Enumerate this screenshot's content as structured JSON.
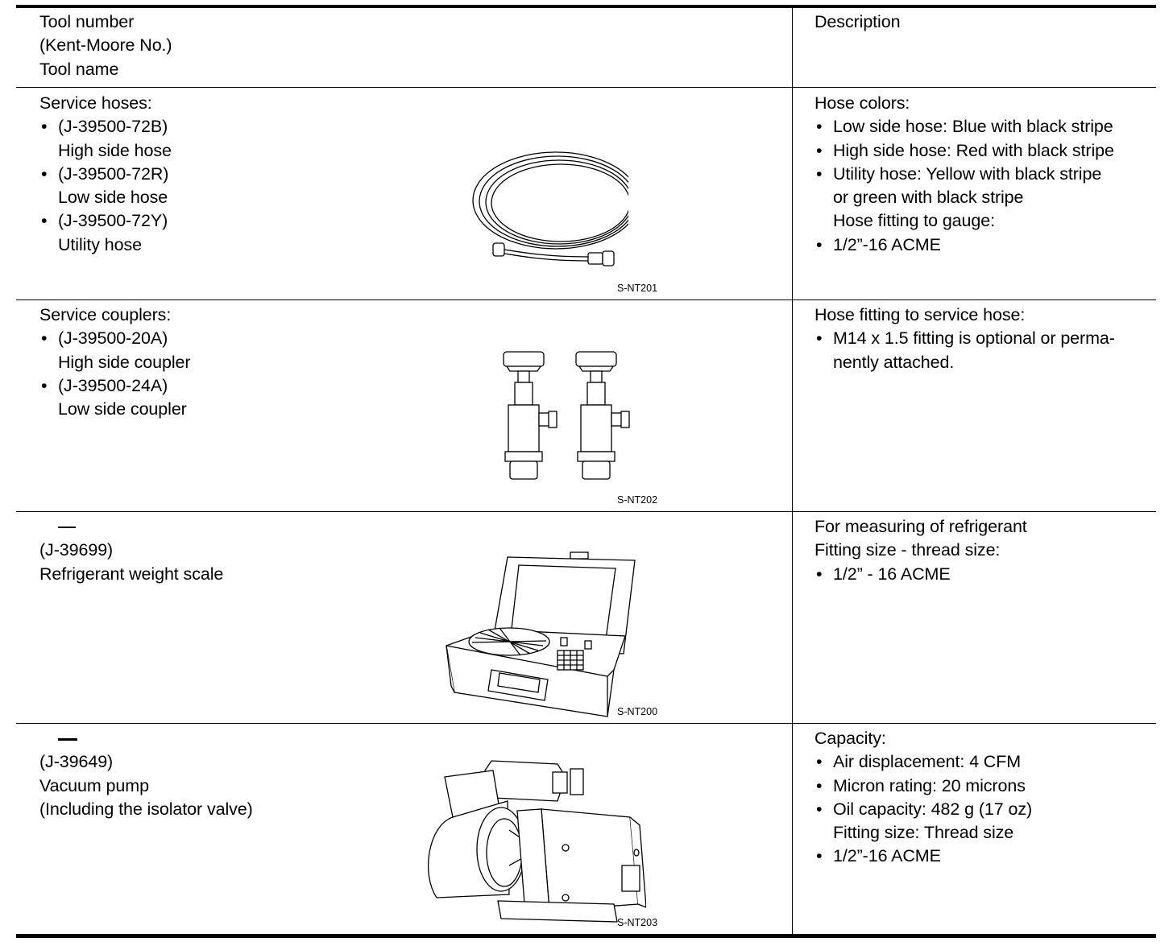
{
  "header": {
    "left": [
      "Tool number",
      "(Kent-Moore No.)",
      "Tool name"
    ],
    "right": "Description"
  },
  "rows": [
    {
      "left": [
        {
          "t": "Service hoses:",
          "k": "p"
        },
        {
          "t": "(J-39500-72B)",
          "k": "b"
        },
        {
          "t": "High side hose",
          "k": "i"
        },
        {
          "t": "(J-39500-72R)",
          "k": "b"
        },
        {
          "t": "Low side hose",
          "k": "i"
        },
        {
          "t": "(J-39500-72Y)",
          "k": "b"
        },
        {
          "t": "Utility hose",
          "k": "i"
        }
      ],
      "figure_code": "S-NT201",
      "right": [
        {
          "t": "Hose colors:",
          "k": "p"
        },
        {
          "t": "Low side hose: Blue with black stripe",
          "k": "b"
        },
        {
          "t": "High side hose: Red with black stripe",
          "k": "b"
        },
        {
          "t": "Utility hose: Yellow with black stripe",
          "k": "b"
        },
        {
          "t": "or green with black stripe",
          "k": "i"
        },
        {
          "t": "Hose fitting to gauge:",
          "k": "i"
        },
        {
          "t": "1/2”-16 ACME",
          "k": "b"
        }
      ]
    },
    {
      "left": [
        {
          "t": "Service couplers:",
          "k": "p"
        },
        {
          "t": "(J-39500-20A)",
          "k": "b"
        },
        {
          "t": "High side coupler",
          "k": "i"
        },
        {
          "t": "(J-39500-24A)",
          "k": "b"
        },
        {
          "t": "Low side coupler",
          "k": "i"
        }
      ],
      "figure_code": "S-NT202",
      "right": [
        {
          "t": "Hose fitting to service hose:",
          "k": "p"
        },
        {
          "t": "M14 x 1.5 fitting is optional or perma-",
          "k": "b"
        },
        {
          "t": "nently attached.",
          "k": "i"
        }
      ]
    },
    {
      "left": [
        {
          "t": "—",
          "k": "dash"
        },
        {
          "t": "(J-39699)",
          "k": "p"
        },
        {
          "t": "Refrigerant weight scale",
          "k": "p"
        }
      ],
      "figure_code": "S-NT200",
      "right": [
        {
          "t": "For measuring of refrigerant",
          "k": "p"
        },
        {
          "t": "Fitting size - thread size:",
          "k": "p"
        },
        {
          "t": "1/2” - 16 ACME",
          "k": "b"
        }
      ]
    },
    {
      "left": [
        {
          "t": "—",
          "k": "dash2"
        },
        {
          "t": "(J-39649)",
          "k": "p"
        },
        {
          "t": "Vacuum pump",
          "k": "p"
        },
        {
          "t": "(Including the isolator valve)",
          "k": "p"
        }
      ],
      "figure_code": "S-NT203",
      "right": [
        {
          "t": "Capacity:",
          "k": "p"
        },
        {
          "t": "Air displacement: 4 CFM",
          "k": "b"
        },
        {
          "t": "Micron rating: 20 microns",
          "k": "b"
        },
        {
          "t": "Oil capacity: 482 g (17 oz)",
          "k": "b"
        },
        {
          "t": "Fitting size: Thread size",
          "k": "i"
        },
        {
          "t": "1/2”-16 ACME",
          "k": "b"
        }
      ]
    }
  ]
}
